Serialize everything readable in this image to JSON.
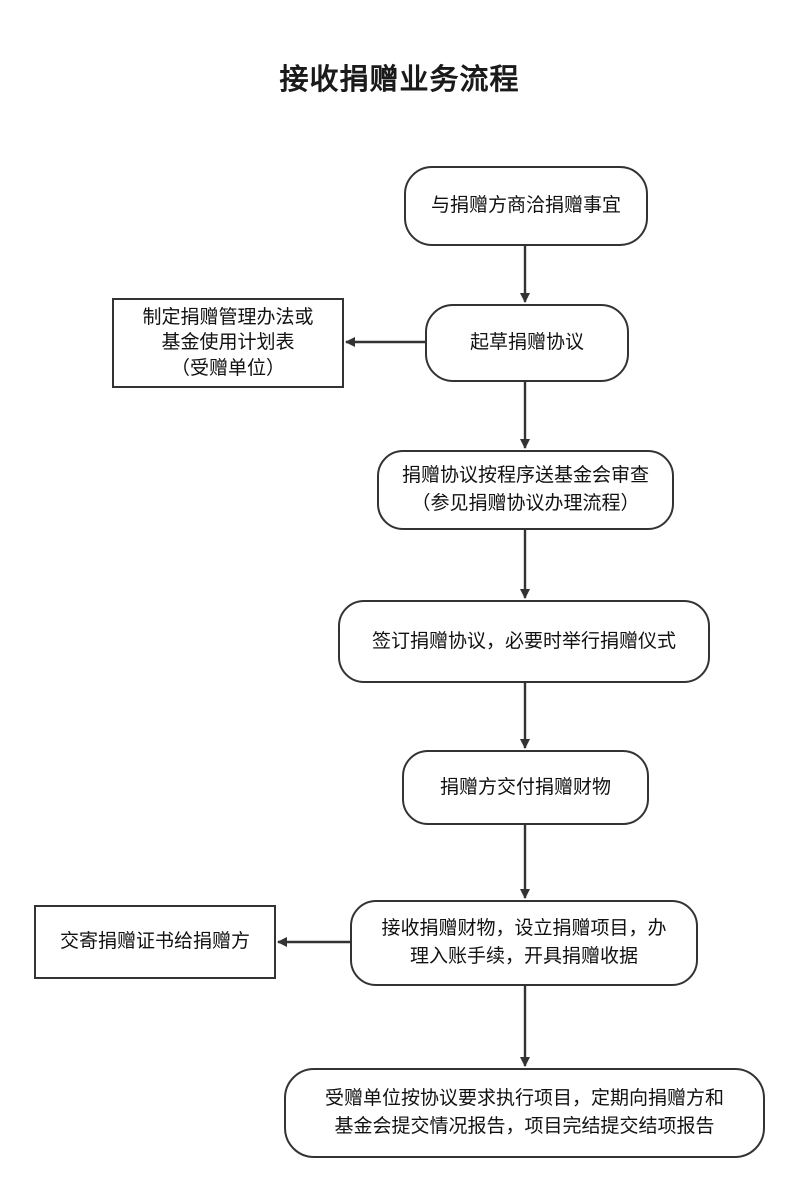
{
  "title": "接收捐赠业务流程",
  "nodes": {
    "n1": {
      "text": "与捐赠方商洽捐赠事宜"
    },
    "n2": {
      "text": "起草捐赠协议"
    },
    "n3": {
      "lines": [
        "捐赠协议按程序送基金会审查",
        "（参见捐赠协议办理流程）"
      ]
    },
    "n4": {
      "text": "签订捐赠协议，必要时举行捐赠仪式"
    },
    "n5": {
      "text": "捐赠方交付捐赠财物"
    },
    "n6": {
      "lines": [
        "接收捐赠财物，设立捐赠项目，办",
        "理入账手续，开具捐赠收据"
      ]
    },
    "n7": {
      "lines": [
        "受赠单位按协议要求执行项目，定期向捐赠方和",
        "基金会提交情况报告，项目完结提交结项报告"
      ]
    },
    "side1": {
      "lines": [
        "制定捐赠管理办法或",
        "基金使用计划表",
        "（受赠单位）"
      ]
    },
    "side2": {
      "text": "交寄捐赠证书给捐赠方"
    }
  },
  "colors": {
    "stroke": "#333333",
    "background": "#ffffff",
    "text": "#111111"
  }
}
